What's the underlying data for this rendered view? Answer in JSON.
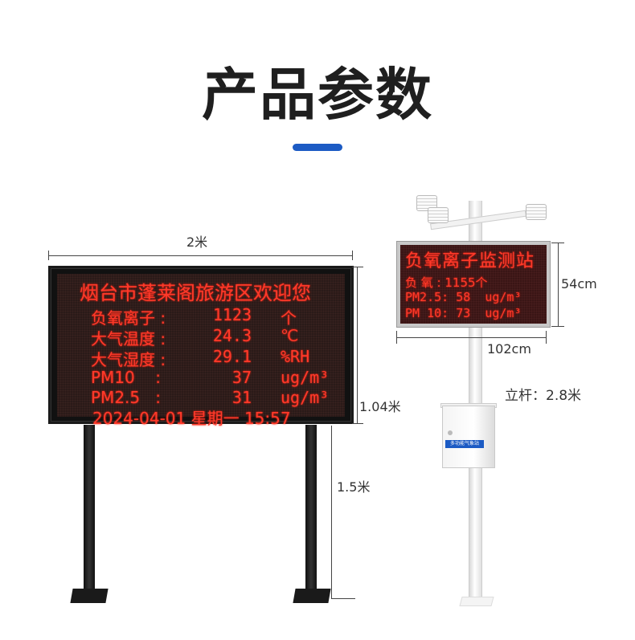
{
  "page": {
    "title": "产品参数",
    "accent_color": "#1c5bc4"
  },
  "large_display": {
    "title": "烟台市蓬莱阁旅游区欢迎您",
    "rows": [
      {
        "label": "负氧离子 :",
        "value": "1123",
        "unit": "个"
      },
      {
        "label": "大气温度 :",
        "value": "24.3",
        "unit": "℃"
      },
      {
        "label": "大气湿度 :",
        "value": "29.1",
        "unit": "%RH"
      },
      {
        "label": "PM10    :",
        "value": "37",
        "unit": "ug/m³"
      },
      {
        "label": "PM2.5   :",
        "value": "31",
        "unit": "ug/m³"
      }
    ],
    "footer": "2024-04-01 星期一 15:57",
    "led_color": "#ff3a2a",
    "dimensions": {
      "width": "2米",
      "height": "1.04米",
      "leg_height": "1.5米"
    }
  },
  "small_display": {
    "title": "负氧离子监测站",
    "rows": [
      "负 氧 : 1155个",
      "PM2.5: 58  ug/m³",
      "PM 10: 73  ug/m³"
    ],
    "cabinet_label": "多功能气象站",
    "dimensions": {
      "width": "102cm",
      "height": "54cm",
      "pole": "立杆：2.8米"
    }
  }
}
